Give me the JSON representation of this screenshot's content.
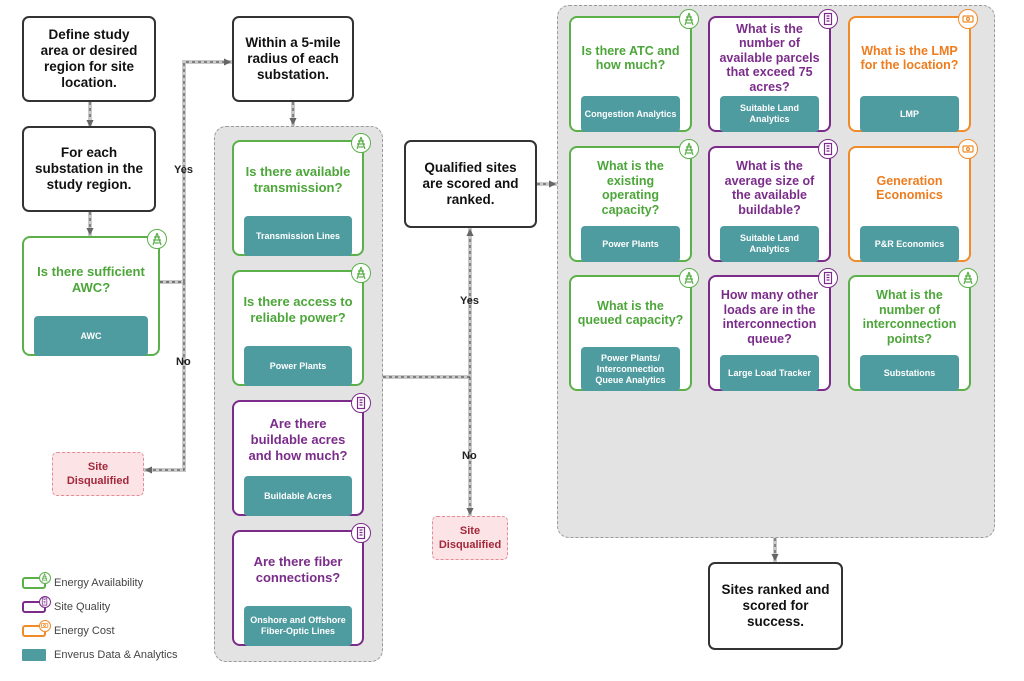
{
  "colors": {
    "energy": "#5bb04a",
    "quality": "#7b2c8a",
    "cost": "#f08b2a",
    "tag": "#4e9ba0",
    "disqualified": "#a3283b",
    "panel": "#e3e3e3"
  },
  "flow": {
    "define_area": "Define study area or desired region for site location.",
    "each_substation": "For each substation in the study region.",
    "within_radius": "Within a 5-mile radius of each substation.",
    "qualified_sites": "Qualified sites are scored and ranked.",
    "sites_ranked": "Sites ranked and scored for success.",
    "yes_label": "Yes",
    "no_label": "No",
    "disqualified": "Site Disqualified"
  },
  "awc_card": {
    "question": "Is there sufficient AWC?",
    "tag": "AWC",
    "icon": "transmission-tower-icon"
  },
  "middle_cards": [
    {
      "question": "Is there available transmission?",
      "tag": "Transmission Lines",
      "icon": "transmission-tower-icon"
    },
    {
      "question": "Is there access to reliable power?",
      "tag": "Power Plants",
      "icon": "transmission-tower-icon"
    },
    {
      "question": "Are there buildable acres and how much?",
      "tag": "Buildable Acres",
      "icon": "building-icon"
    },
    {
      "question": "Are there fiber connections?",
      "tag": "Onshore and Offshore Fiber-Optic Lines",
      "icon": "building-icon"
    }
  ],
  "right_cards": [
    {
      "question": "Is there ATC and how much?",
      "tag": "Congestion Analytics",
      "icon": "transmission-tower-icon"
    },
    {
      "question": "What is the number of available parcels that exceed 75 acres?",
      "tag": "Suitable Land Analytics",
      "icon": "building-icon"
    },
    {
      "question": "What is the LMP for the location?",
      "tag": "LMP",
      "icon": "money-icon"
    },
    {
      "question": "What is the existing operating capacity?",
      "tag": "Power Plants",
      "icon": "transmission-tower-icon"
    },
    {
      "question": "What is the average size of the available buildable?",
      "tag": "Suitable Land Analytics",
      "icon": "building-icon"
    },
    {
      "question": "Generation Economics",
      "tag": "P&R Economics",
      "icon": "money-icon"
    },
    {
      "question": "What is the queued capacity?",
      "tag": "Power Plants/ Interconnection Queue Analytics",
      "icon": "transmission-tower-icon"
    },
    {
      "question": "How many other loads are in the interconnection queue?",
      "tag": "Large Load Tracker",
      "icon": "building-icon"
    },
    {
      "question": "What is the number of interconnection points?",
      "tag": "Substations",
      "icon": "transmission-tower-icon"
    }
  ],
  "legend": [
    {
      "label": "Energy Availability",
      "icon": "transmission-tower-icon"
    },
    {
      "label": "Site Quality",
      "icon": "building-icon"
    },
    {
      "label": "Energy Cost",
      "icon": "money-icon"
    },
    {
      "label": "Enverus Data & Analytics",
      "icon": ""
    }
  ]
}
